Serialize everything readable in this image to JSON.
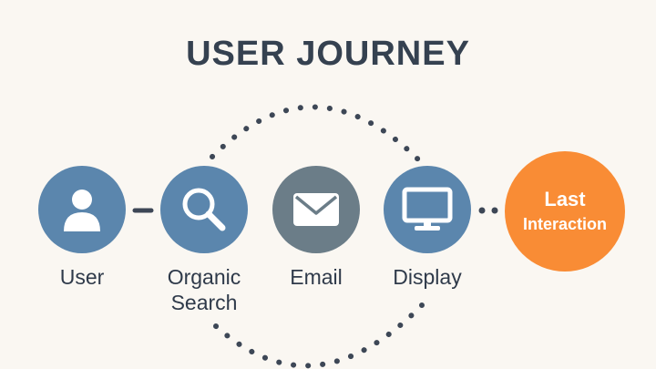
{
  "title": "USER JOURNEY",
  "steps": [
    {
      "label": "User",
      "icon": "user-icon",
      "color": "#5b86ad"
    },
    {
      "label": "Organic\nSearch",
      "icon": "search-icon",
      "color": "#5b86ad"
    },
    {
      "label": "Email",
      "icon": "mail-icon",
      "color": "#6b7d88"
    },
    {
      "label": "Display",
      "icon": "monitor-icon",
      "color": "#5b86ad"
    }
  ],
  "final": {
    "line1": "Last",
    "line2": "Interaction",
    "color": "#f98c35"
  },
  "colors": {
    "text": "#354150",
    "dots": "#3d4756",
    "background": "#faf7f2"
  }
}
